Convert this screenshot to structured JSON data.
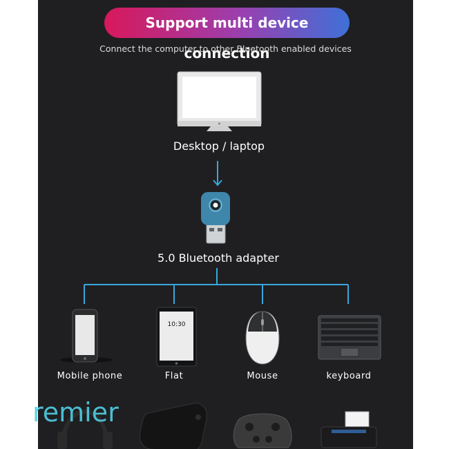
{
  "banner": {
    "title": "Support multi device connection",
    "gradient": [
      "#d8185b",
      "#9b3fae",
      "#3f70d8"
    ]
  },
  "subtitle": "Connect the computer to other Bluetooth enabled devices",
  "desktop_label": "Desktop / laptop",
  "adapter_label": "5.0 Bluetooth adapter",
  "devices": [
    {
      "label": "Mobile phone",
      "icon": "smartphone-icon"
    },
    {
      "label": "Flat",
      "icon": "tablet-icon",
      "screen_time": "10:30"
    },
    {
      "label": "Mouse",
      "icon": "mouse-icon"
    },
    {
      "label": "keyboard",
      "icon": "keyboard-icon"
    }
  ],
  "bottom_devices": [
    "headphones-icon",
    "speaker-icon",
    "gamepad-icon",
    "printer-icon"
  ],
  "watermark": "remier",
  "colors": {
    "background": "#1f1f21",
    "connector": "#3aa7de",
    "text": "#ffffff"
  }
}
